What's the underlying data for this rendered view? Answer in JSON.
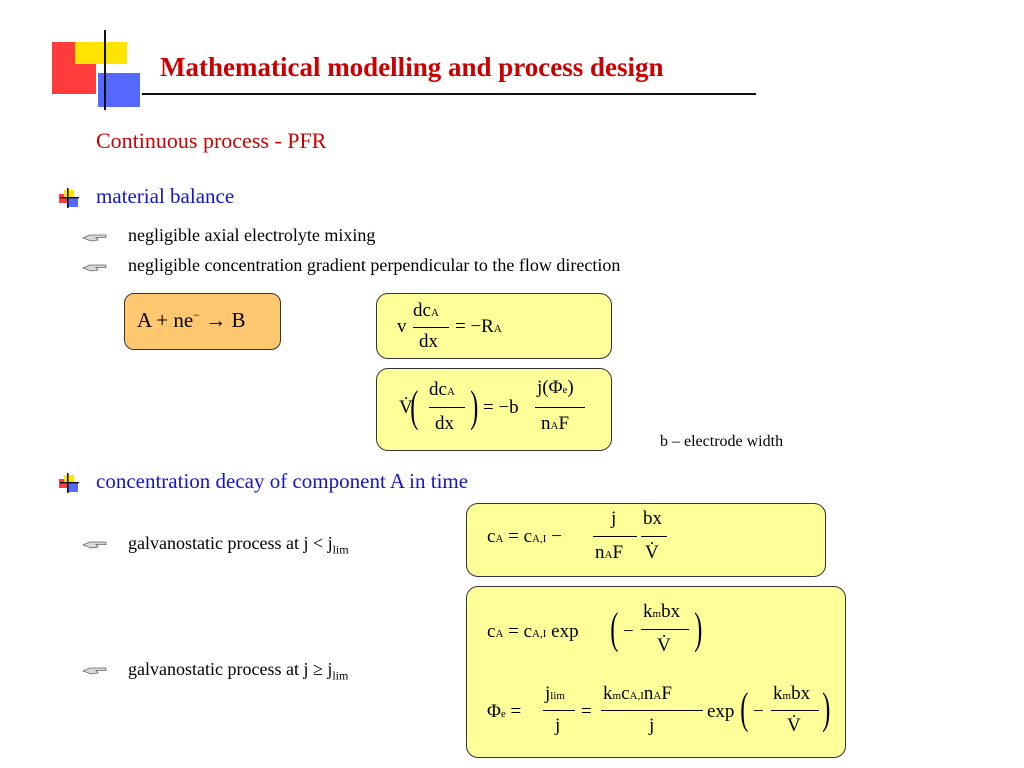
{
  "header": {
    "title": "Mathematical modelling and process design"
  },
  "subtitle": "Continuous process - PFR",
  "sections": [
    {
      "heading": "material balance",
      "items": [
        "negligible axial electrolyte mixing",
        "negligible concentration gradient perpendicular to the flow direction"
      ]
    },
    {
      "heading": "concentration decay of component A in time",
      "items": [
        {
          "text": "galvanostatic process at j < j",
          "sub": "lim"
        },
        {
          "text": "galvanostatic process at j ≥ j",
          "sub": "lim"
        }
      ]
    }
  ],
  "note": "b – electrode width",
  "colors": {
    "title": "#cc0000",
    "heading": "#1414c8",
    "box": "#ffff99",
    "reaction_box": "#ffc870"
  },
  "icons": {
    "section": "bullet-square-icon",
    "item": "pointing-hand-icon"
  }
}
